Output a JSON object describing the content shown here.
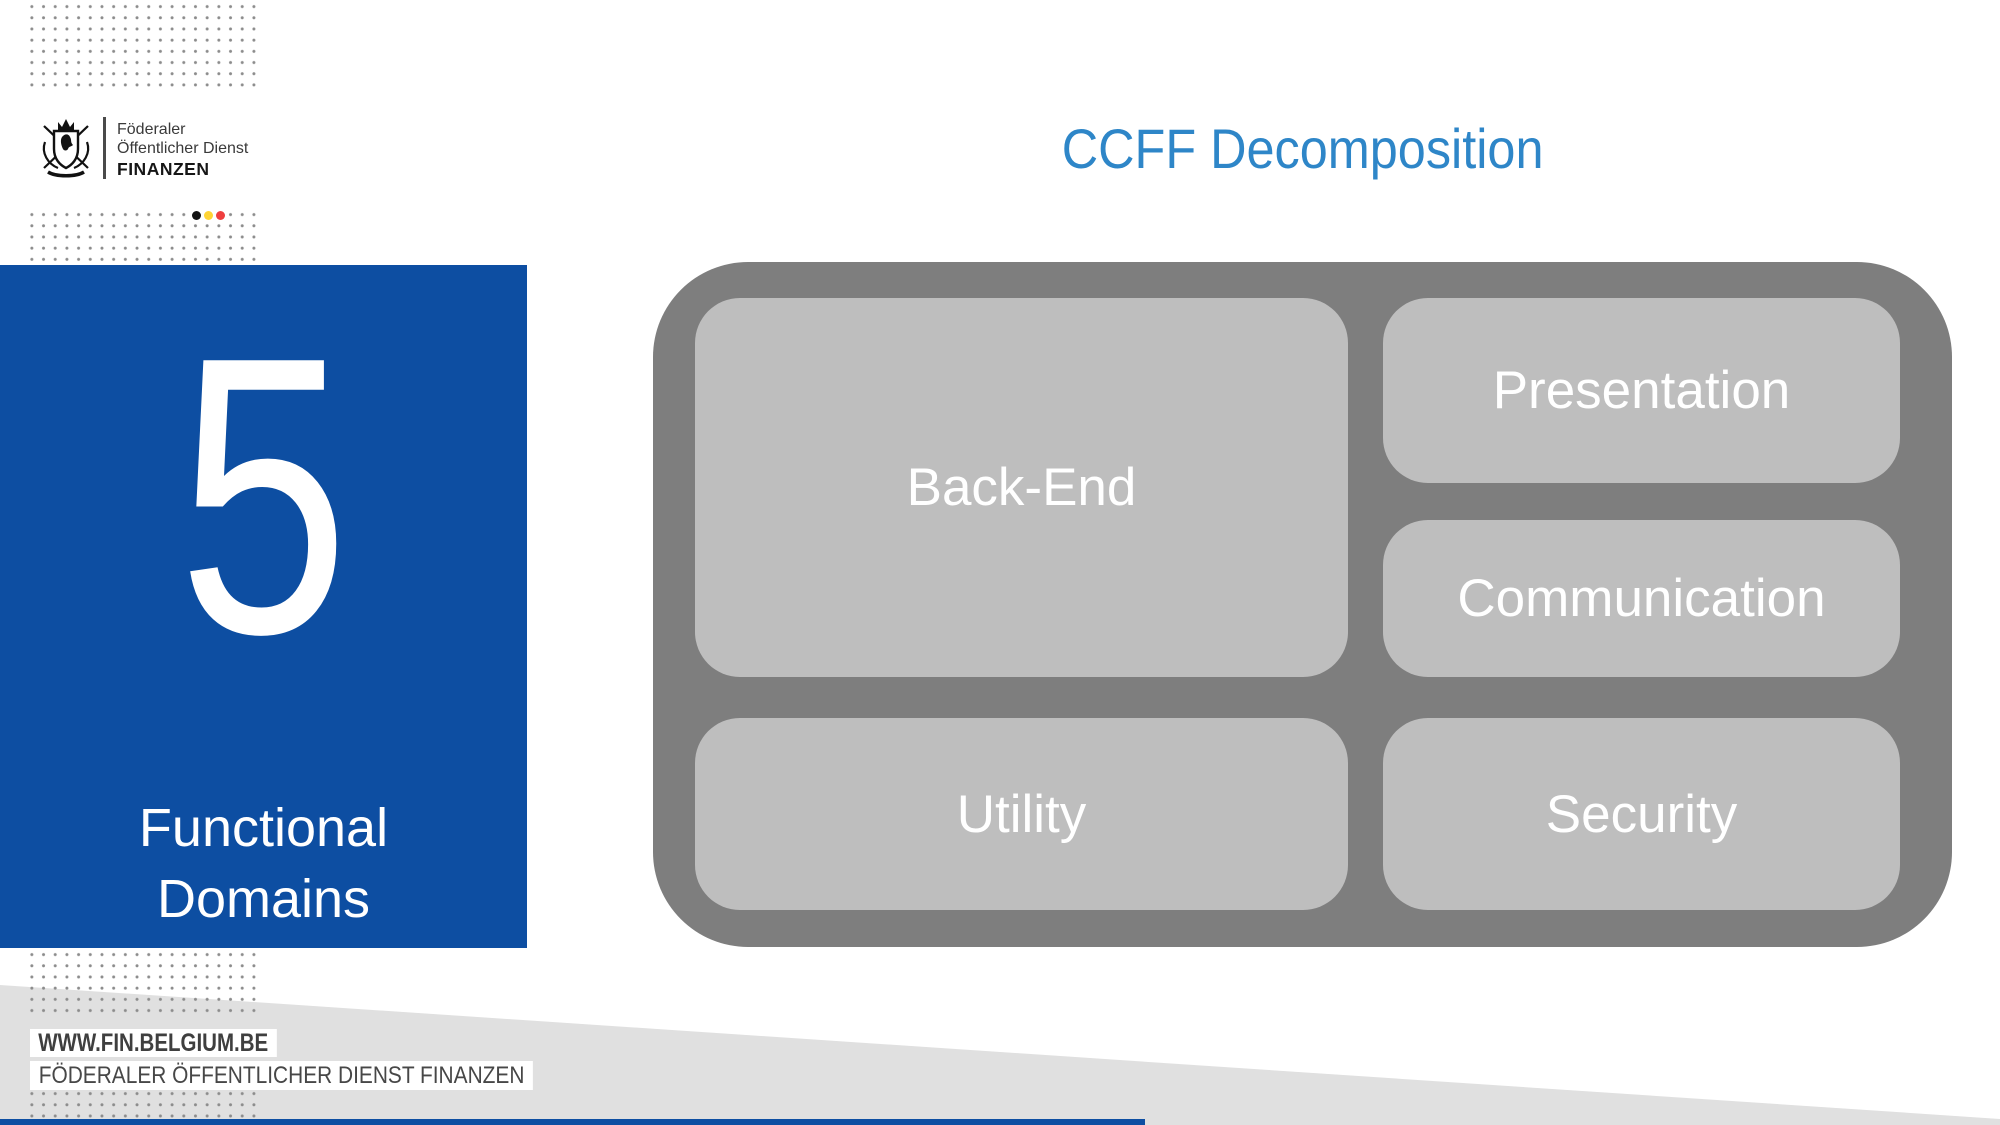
{
  "slide": {
    "title": "CCFF Decomposition"
  },
  "logo": {
    "line1": "Föderaler",
    "line2": "Öffentlicher Dienst",
    "line3": "FINANZEN"
  },
  "left_panel": {
    "number": "5",
    "label_line1": "Functional",
    "label_line2": "Domains"
  },
  "diagram": {
    "boxes": [
      {
        "id": "back-end",
        "label": "Back-End"
      },
      {
        "id": "presentation",
        "label": "Presentation"
      },
      {
        "id": "communication",
        "label": "Communication"
      },
      {
        "id": "utility",
        "label": "Utility"
      },
      {
        "id": "security",
        "label": "Security"
      }
    ]
  },
  "footer": {
    "website": "WWW.FIN.BELGIUM.BE",
    "organization": "FÖDERALER ÖFFENTLICHER DIENST FINANZEN"
  },
  "colors": {
    "panel_blue": "#0d4ea2",
    "title_blue": "#2e86c8",
    "container_gray": "#7e7e7e",
    "box_gray": "#bebebe",
    "wedge_gray": "#e0e0e0",
    "flag_black": "#131313",
    "flag_yellow": "#ffd435",
    "flag_red": "#ef3f3f"
  }
}
